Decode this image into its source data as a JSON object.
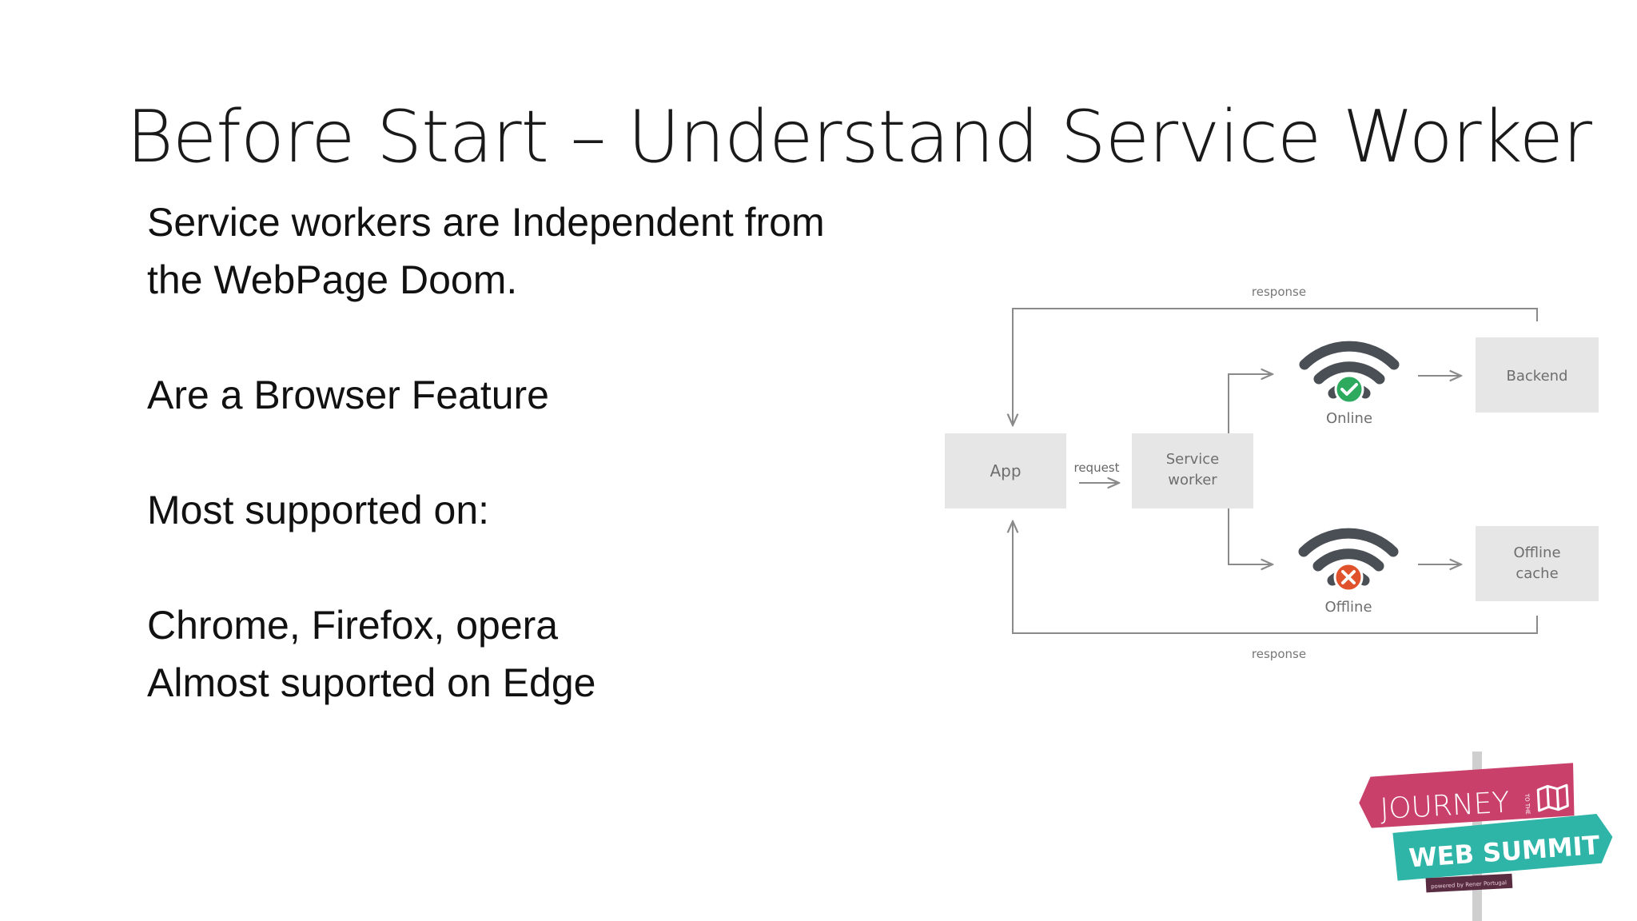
{
  "slide": {
    "title": "Before Start – Understand Service Worker",
    "bullets": [
      "Service workers are Independent from",
      "the WebPage Doom.",
      "",
      "Are a Browser Feature",
      "",
      "Most supported on:",
      "",
      "Chrome, Firefox, opera",
      "Almost suported on Edge"
    ]
  },
  "diagram": {
    "response_top": "response",
    "response_bottom": "response",
    "request": "request",
    "app": "App",
    "service_worker_line1": "Service",
    "service_worker_line2": "worker",
    "online": "Online",
    "offline": "Offline",
    "backend": "Backend",
    "offline_cache_line1": "Offline",
    "offline_cache_line2": "cache",
    "colors": {
      "box": "#e6e6e6",
      "line": "#8a8a8a",
      "wifi": "#4a4f55",
      "online_badge": "#2eaa5f",
      "offline_badge": "#e0522b"
    }
  },
  "logo": {
    "line1": "JOURNEY",
    "small_to_the": "TO THE",
    "line2": "WEB SUMMIT",
    "tagline": "powered by Rener Portugal",
    "colors": {
      "pink": "#c9416b",
      "teal": "#2eb5a8",
      "dark": "#5a2c42",
      "pole": "#c8c8c8"
    }
  }
}
